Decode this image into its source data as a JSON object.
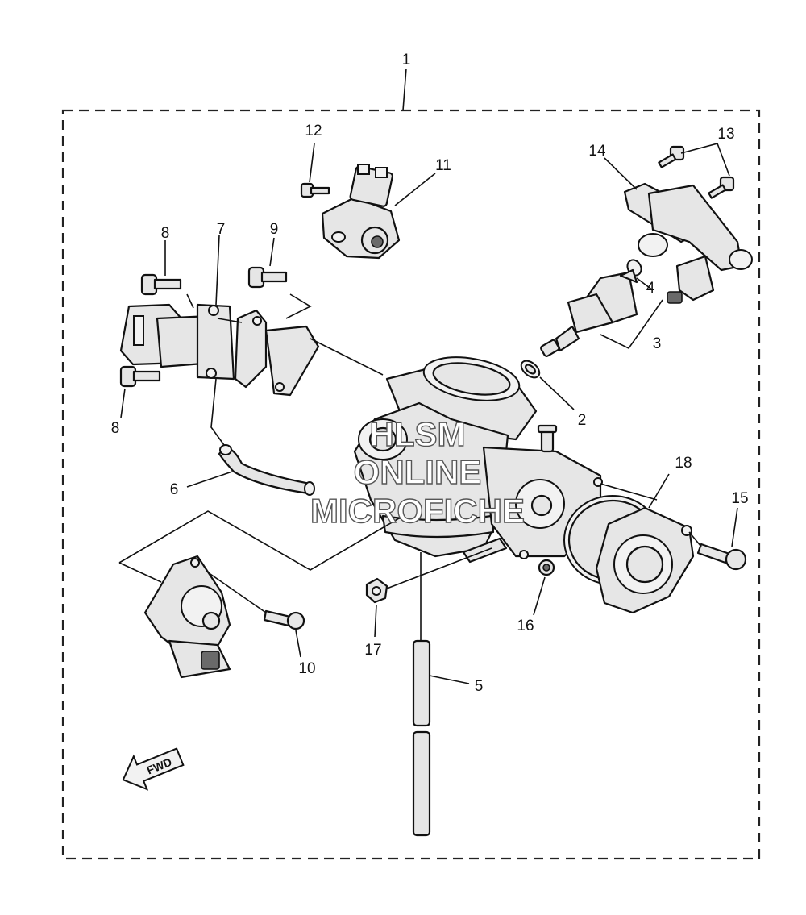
{
  "callouts": {
    "c1": "1",
    "c2": "2",
    "c3": "3",
    "c4": "4",
    "c5": "5",
    "c6": "6",
    "c7": "7",
    "c8a": "8",
    "c8b": "8",
    "c9": "9",
    "c10": "10",
    "c11": "11",
    "c12": "12",
    "c13": "13",
    "c14": "14",
    "c15": "15",
    "c16": "16",
    "c17": "17",
    "c18": "18"
  },
  "watermark": {
    "line1": "HLSM",
    "line2": "ONLINE",
    "line3": "MICROFICHE"
  },
  "fwd_label": "FWD"
}
